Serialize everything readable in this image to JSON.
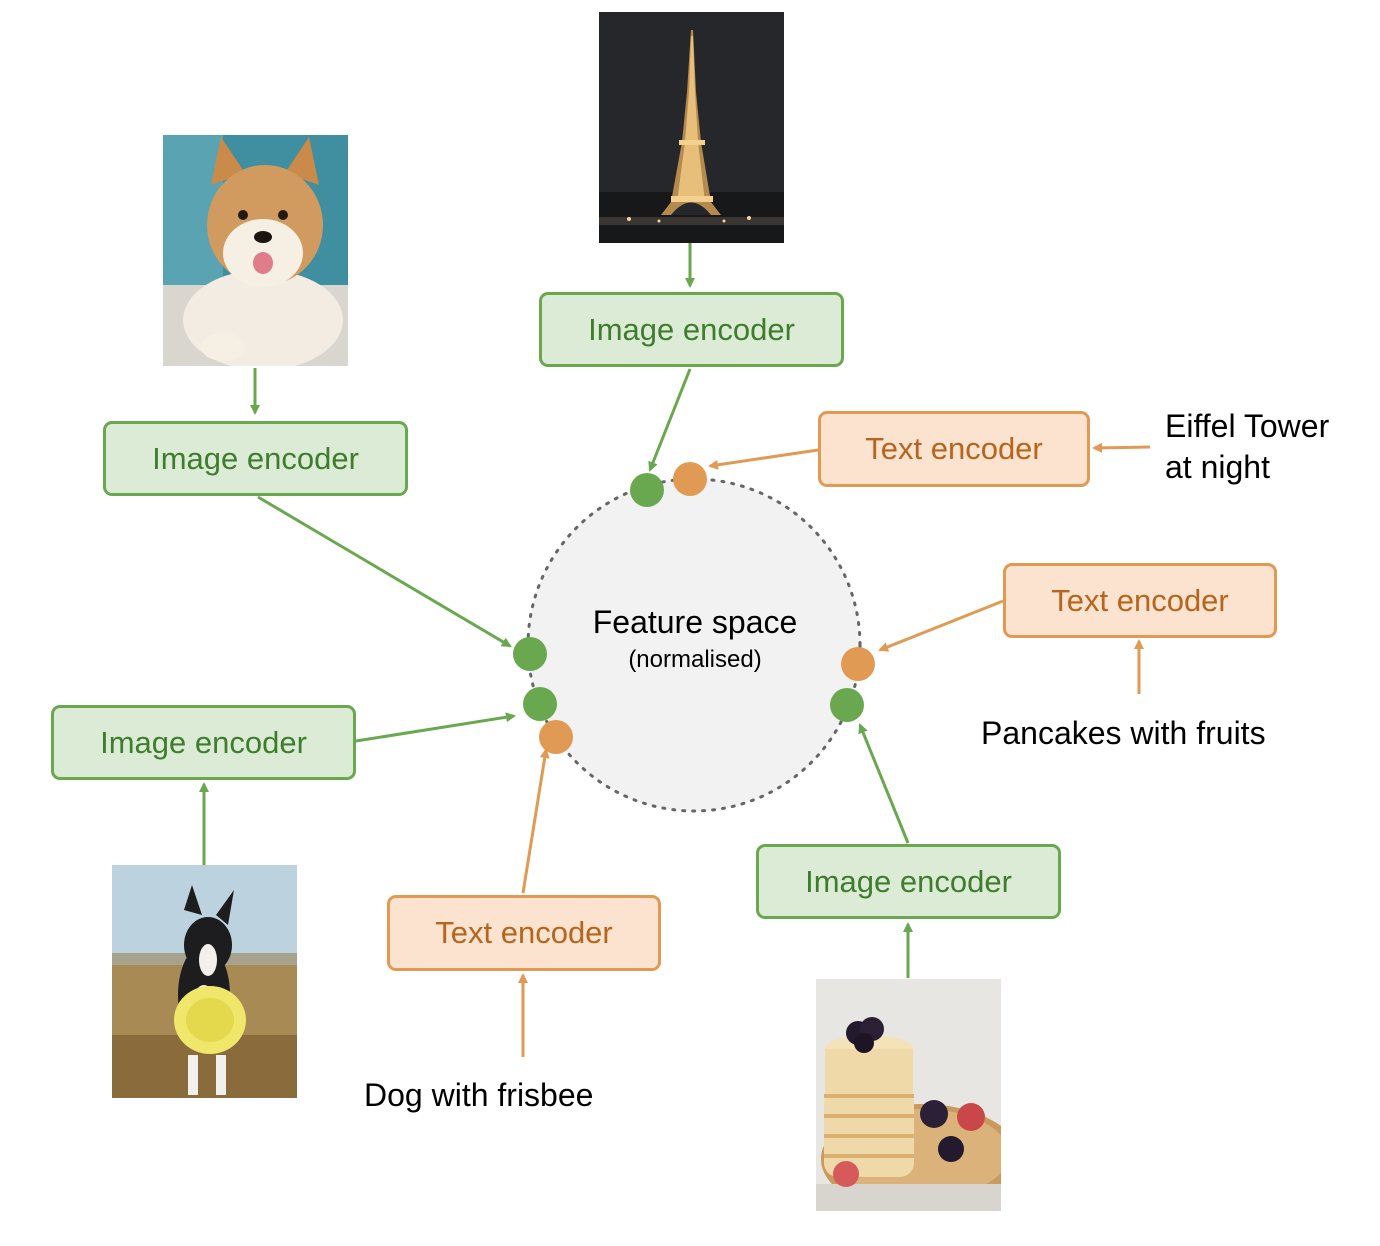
{
  "feature_space": {
    "title": "Feature space",
    "subtitle": "(normalised)"
  },
  "encoders": {
    "image_top": "Image encoder",
    "image_left_upper": "Image encoder",
    "image_left_lower": "Image encoder",
    "image_bottom_right": "Image encoder",
    "text_top_right": "Text encoder",
    "text_right": "Text encoder",
    "text_bottom": "Text encoder"
  },
  "captions": {
    "eiffel_line1": "Eiffel Tower",
    "eiffel_line2": "at night",
    "pancakes": "Pancakes with fruits",
    "dog_frisbee": "Dog with frisbee"
  },
  "photos": {
    "shiba": "shiba-inu-dog-photo",
    "eiffel": "eiffel-tower-night-photo",
    "frisbee_dog": "dog-with-frisbee-photo",
    "pancakes": "pancakes-with-berries-photo"
  },
  "colors": {
    "image_stroke": "#6aa84f",
    "image_fill": "#dcebd5",
    "image_text": "#3f7d2e",
    "text_stroke": "#e09a53",
    "text_fill": "#fbe3cf",
    "text_text": "#b5651d",
    "image_dot": "#6aa84f",
    "text_dot": "#e09a53",
    "space_fill": "#f2f2f2",
    "space_border": "#666666"
  }
}
